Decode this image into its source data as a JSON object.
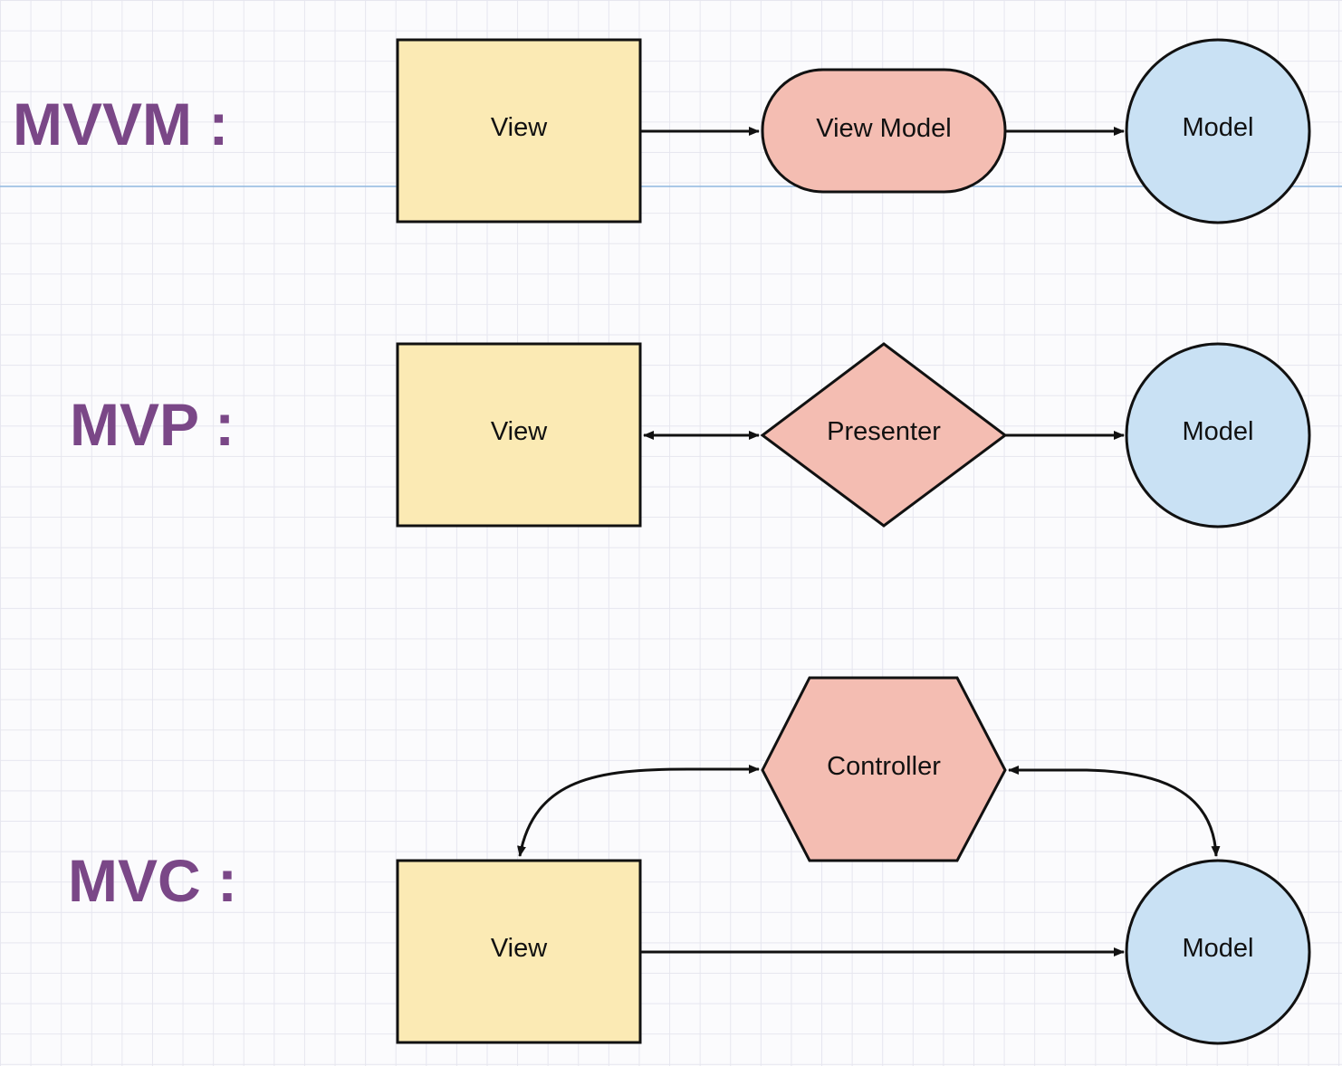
{
  "patterns": {
    "mvvm": {
      "label": "MVVM :",
      "view": "View",
      "viewmodel": "View Model",
      "model": "Model"
    },
    "mvp": {
      "label": "MVP :",
      "view": "View",
      "presenter": "Presenter",
      "model": "Model"
    },
    "mvc": {
      "label": "MVC :",
      "view": "View",
      "controller": "Controller",
      "model": "Model"
    }
  },
  "colors": {
    "view_fill": "#fbeab4",
    "middle_fill": "#f4bdb2",
    "model_fill": "#c9e1f4",
    "stroke": "#111111",
    "pattern_label": "#7a4787",
    "grid": "#e6e6ef",
    "guide_line": "#8fb8e0"
  }
}
